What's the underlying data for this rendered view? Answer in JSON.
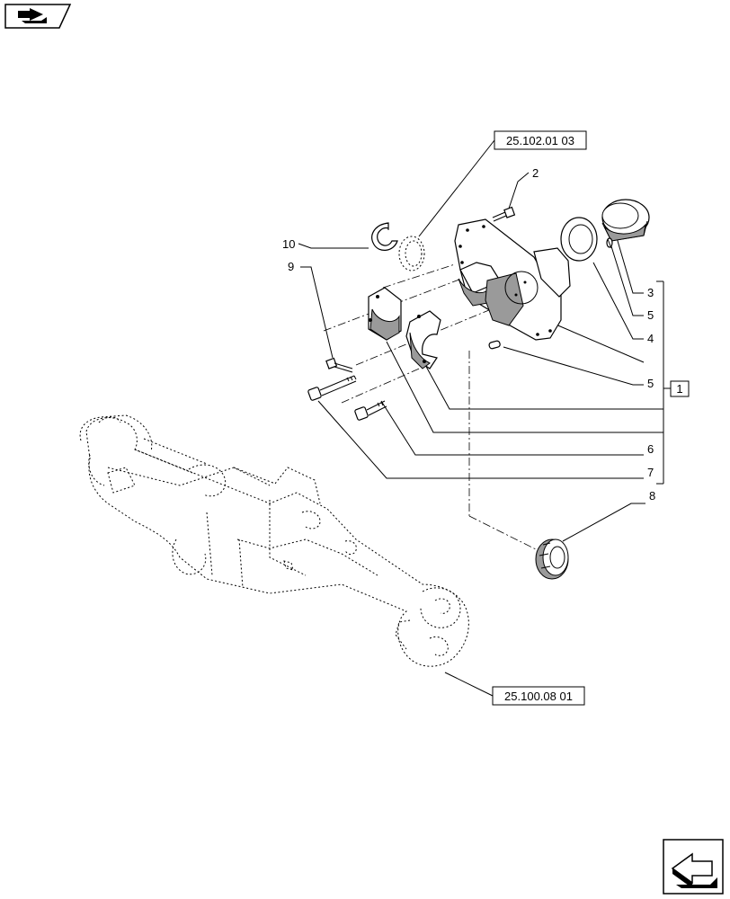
{
  "nav": {
    "top_left_icon": "book-arrow-icon",
    "bottom_right_icon": "next-page-arrow-icon"
  },
  "references": {
    "upper": "25.102.01 03",
    "lower": "25.100.08 01"
  },
  "callouts": {
    "c1": "1",
    "c2": "2",
    "c3": "3",
    "c4": "4",
    "c5a": "5",
    "c5b": "5",
    "c6": "6",
    "c7": "7",
    "c8": "8",
    "c9": "9",
    "c10": "10"
  }
}
